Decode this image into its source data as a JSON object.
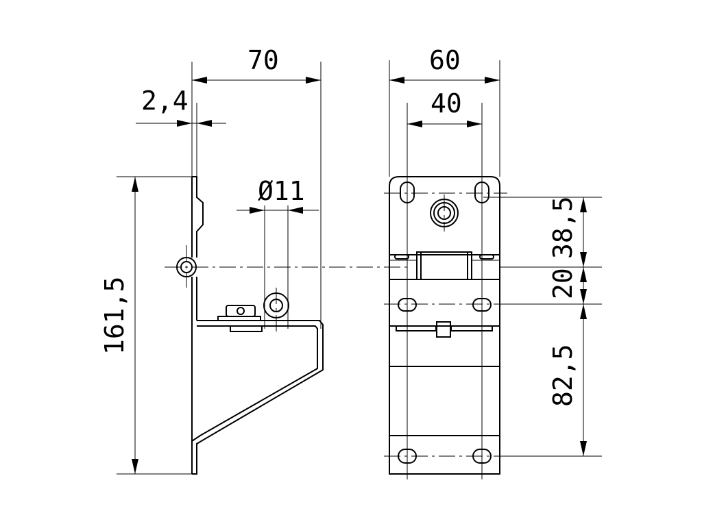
{
  "dimensions": {
    "width_side": "70",
    "thickness": "2,4",
    "hole_diameter": "Ø11",
    "total_height": "161,5",
    "width_front": "60",
    "hole_spacing": "40",
    "upper_height": "38,5",
    "hinge_height": "20",
    "lower_height": "82,5"
  }
}
